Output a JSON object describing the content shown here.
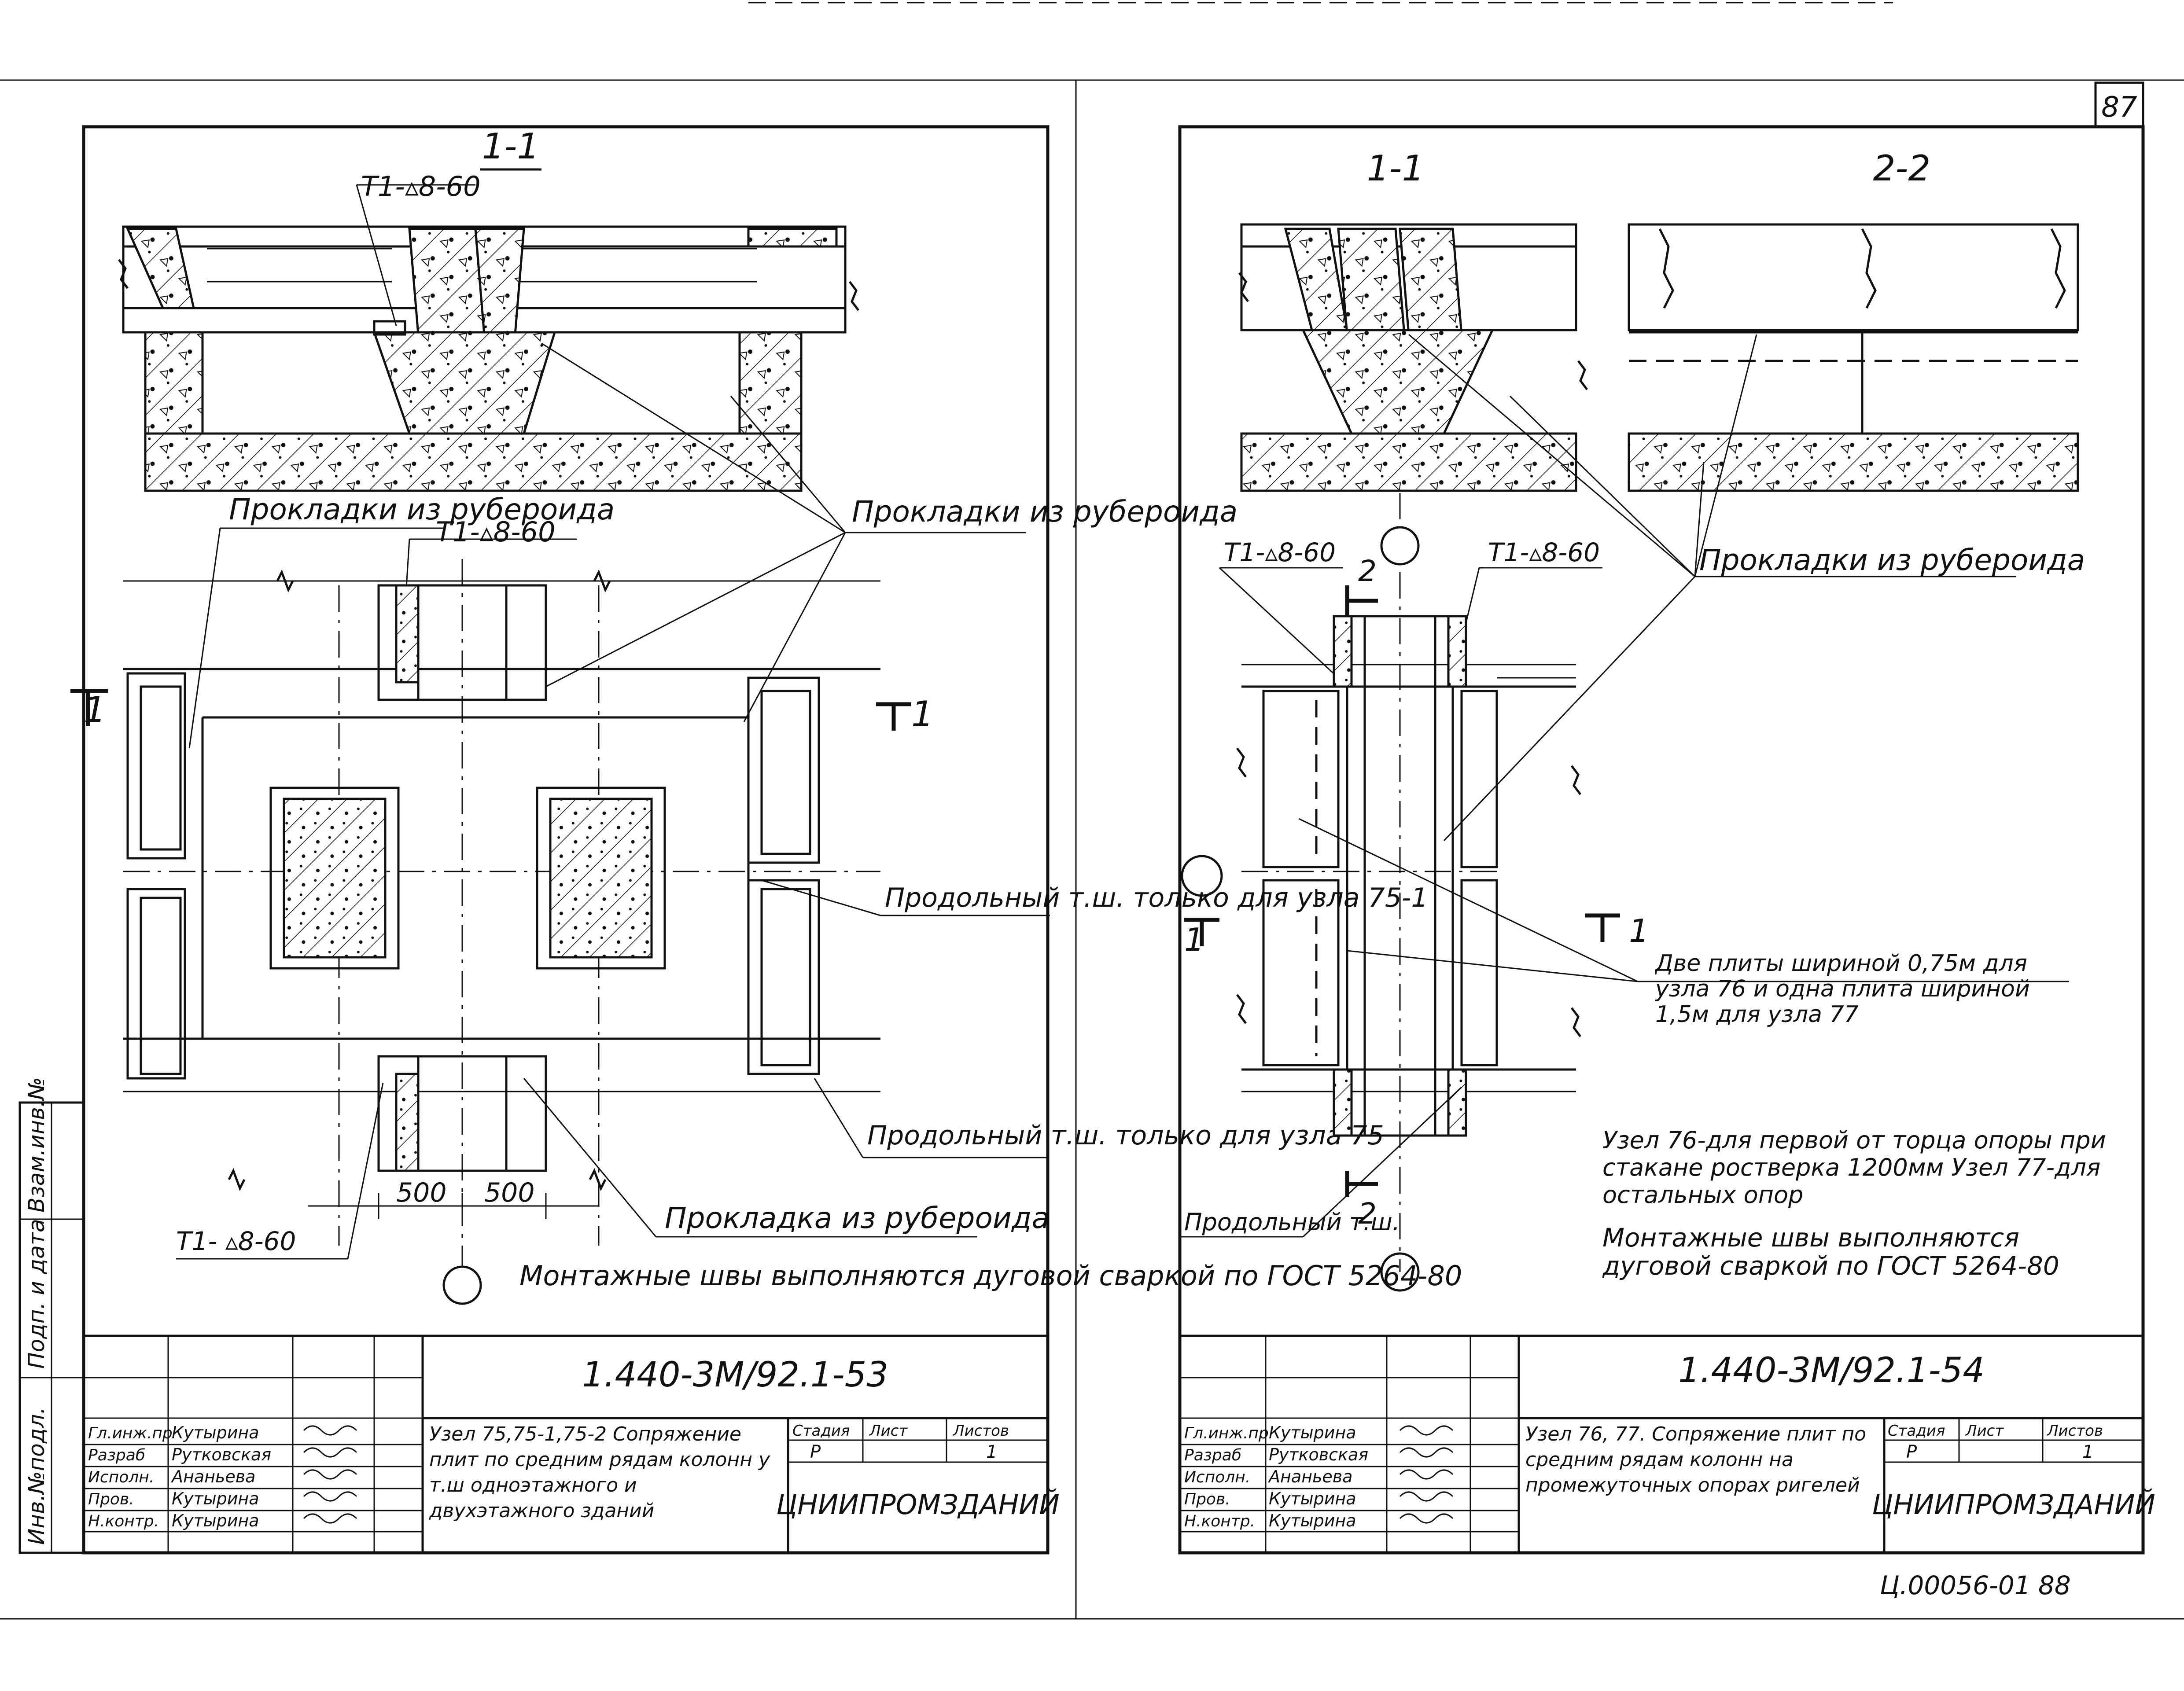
{
  "page_number": "87",
  "left_sheet": {
    "section_label": "1-1",
    "weld_note_1": "T1-▵8-60",
    "weld_note_2": "T1-▵8-60",
    "weld_note_3": "T1- ▵8-60",
    "gasket_left": "Прокладки из рубероида",
    "gasket_right": "Прокладки из рубероида",
    "gasket_bottom": "Прокладка из рубероида",
    "longitudinal_seam_1": "Продольный т.ш. только для узла 75-1",
    "longitudinal_seam_2": "Продольный т.ш. только для узла 75",
    "dim_left": "500",
    "dim_right": "500",
    "section_mark_left": "1",
    "section_mark_right": "1",
    "note": "Монтажные швы выполняются дуговой сваркой по ГОСТ 5264-80",
    "title_block": {
      "code": "1.440-3М/92.1-53",
      "roles": [
        "Гл.инж.пр",
        "Разраб",
        "Исполн.",
        "Пров.",
        "Н.контр."
      ],
      "names": [
        "Кутырина",
        "Рутковская",
        "Ананьева",
        "Кутырина",
        "Кутырина"
      ],
      "description": "Узел 75,75-1,75-2 Сопряжение плит по средним рядам колонн у т.ш одноэтажного и двухэтажного зданий",
      "stage_label": "Стадия",
      "sheet_label": "Лист",
      "sheets_label": "Листов",
      "stage": "Р",
      "sheet": "1",
      "organization": "ЦНИИПРОМЗДАНИЙ"
    }
  },
  "right_sheet": {
    "section_label_1": "1-1",
    "section_label_2": "2-2",
    "weld_note_1": "T1-▵8-60",
    "weld_note_2": "T1-▵8-60",
    "gasket": "Прокладки из рубероида",
    "plates_note": "Две плиты шириной 0,75м для узла 76 и одна плита шириной 1,5м для узла 77",
    "node_note": "Узел 76-для первой от торца опоры при стакане ростверка 1200мм Узел 77-для остальных опор",
    "longitudinal_seam": "Продольный т.ш.",
    "section_mark_top": "2",
    "section_mark_bottom": "2",
    "section_mark_left": "1",
    "section_mark_right": "1",
    "note": "Монтажные швы выполняются дуговой сваркой по ГОСТ 5264-80",
    "title_block": {
      "code": "1.440-3М/92.1-54",
      "roles": [
        "Гл.инж.пр",
        "Разраб",
        "Исполн.",
        "Пров.",
        "Н.контр."
      ],
      "names": [
        "Кутырина",
        "Рутковская",
        "Ананьева",
        "Кутырина",
        "Кутырина"
      ],
      "description": "Узел 76, 77. Сопряжение плит по средним рядам колонн на промежуточных опорах ригелей",
      "stage_label": "Стадия",
      "sheet_label": "Лист",
      "sheets_label": "Листов",
      "stage": "Р",
      "sheet": "1",
      "organization": "ЦНИИПРОМЗДАНИЙ"
    }
  },
  "side_stamp": [
    "Инв.№подл.",
    "Подп. и дата",
    "Взам.инв.№"
  ],
  "archive_code": "Ц.00056-01",
  "archive_page": "88"
}
